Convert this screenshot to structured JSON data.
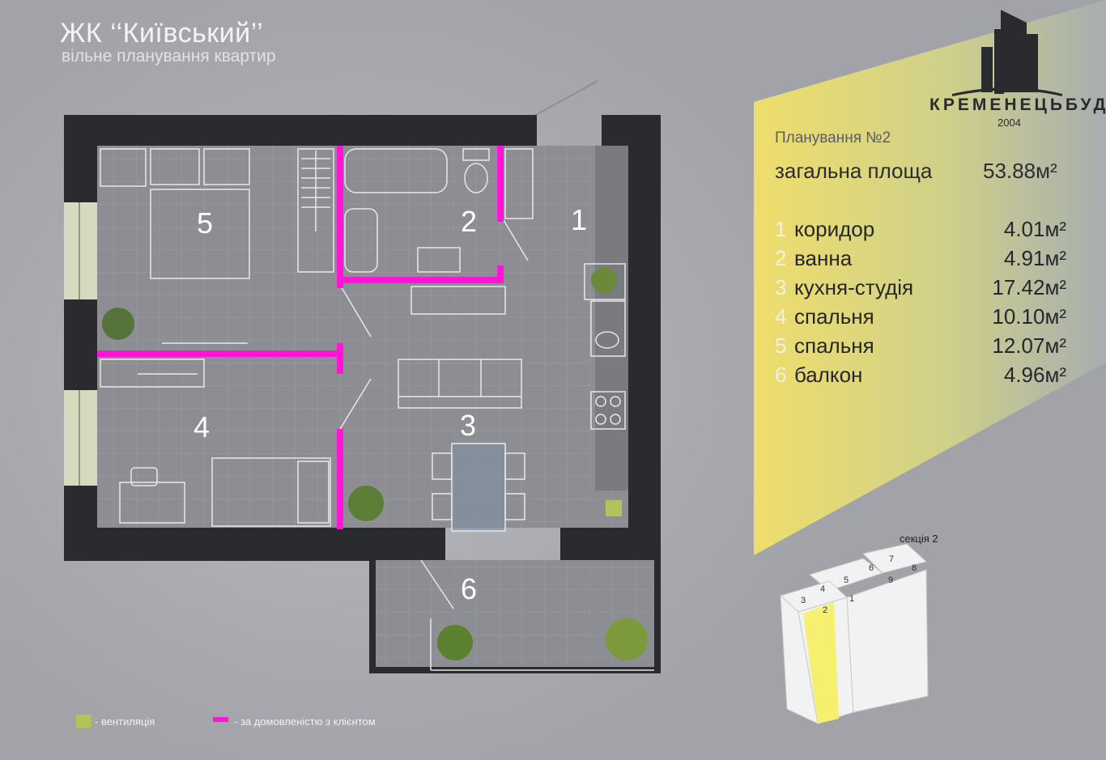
{
  "header": {
    "title": "ЖК ‘‘Київський’’",
    "subtitle": "вільне планування квартир"
  },
  "brand": {
    "name": "КРЕМЕНЕЦЬБУД",
    "year": "2004",
    "logo_icon": "buildings-logo-icon"
  },
  "info": {
    "plan_title": "Планування №2",
    "total_label": "загальна площа",
    "total_value": "53.88м²",
    "rooms": [
      {
        "num": "1",
        "name": "коридор",
        "area": "4.01м²"
      },
      {
        "num": "2",
        "name": "ванна",
        "area": "4.91м²"
      },
      {
        "num": "3",
        "name": "кухня-студія",
        "area": "17.42м²"
      },
      {
        "num": "4",
        "name": "спальня",
        "area": "10.10м²"
      },
      {
        "num": "5",
        "name": "спальня",
        "area": "12.07м²"
      },
      {
        "num": "6",
        "name": "балкон",
        "area": "4.96м²"
      }
    ]
  },
  "plan": {
    "labels": {
      "r1": "1",
      "r2": "2",
      "r3": "3",
      "r4": "4",
      "r5": "5",
      "r6": "6"
    }
  },
  "building": {
    "section_label": "секція 2",
    "top_numbers": [
      "7",
      "8"
    ],
    "mid_numbers": [
      "4",
      "5",
      "6",
      "9"
    ],
    "front_numbers": [
      "3",
      "2",
      "1"
    ],
    "highlighted": "2"
  },
  "legend": [
    {
      "label": "- вентиляція",
      "color": "#b2c35a"
    },
    {
      "label": "- за домовленістю з клієнтом",
      "color": "#ff14d8"
    }
  ],
  "colors": {
    "wall": "#2a2b2f",
    "floor": "#8a8b90",
    "client_wall": "#ff14d8",
    "ventilation": "#b2c35a",
    "highlight": "#f5f070"
  }
}
